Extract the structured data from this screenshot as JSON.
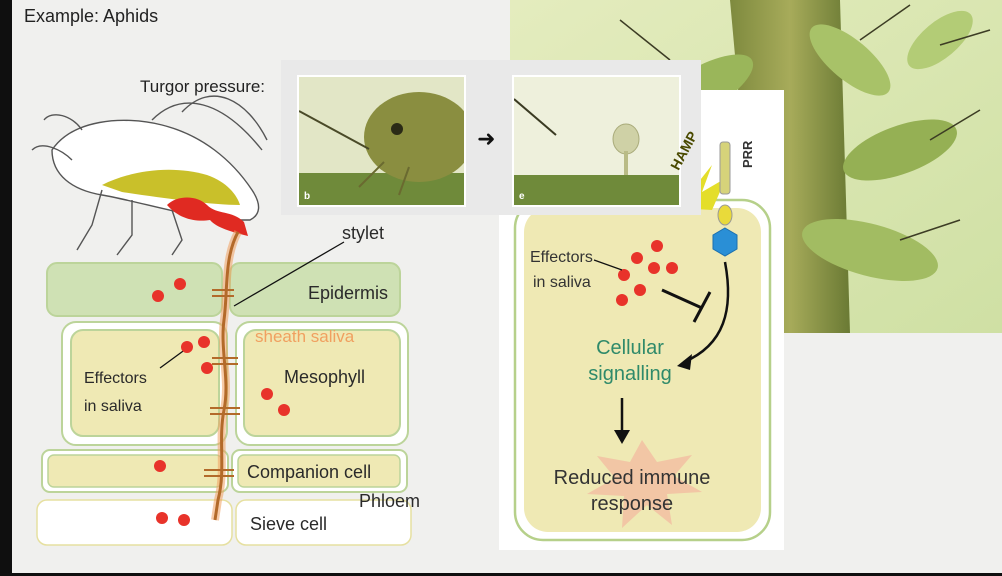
{
  "slide": {
    "title": "Example: Aphids",
    "turgor_label": "Turgor pressure:",
    "micrograph_panels": [
      {
        "letter": "b"
      },
      {
        "letter": "e"
      }
    ]
  },
  "left_diagram": {
    "stylet": "stylet",
    "epidermis": "Epidermis",
    "sheath_saliva": "sheath saliva",
    "effectors_line1": "Effectors",
    "effectors_line2": "in saliva",
    "mesophyll": "Mesophyll",
    "companion_cell": "Companion cell",
    "phloem": "Phloem",
    "sieve_cell": "Sieve cell"
  },
  "right_diagram": {
    "effectors_line1": "Effectors",
    "effectors_line2": "in saliva",
    "pamp": "HAMP",
    "prr": "PRR",
    "signal_line1": "Cellular",
    "signal_line2": "signalling",
    "reduced_line1": "Reduced immune",
    "reduced_line2": "response"
  },
  "colors": {
    "effector_red": "#e8332a",
    "cell_fill": "#efe9b4",
    "epidermis_fill": "#cfe1b4",
    "cell_border": "#bcd49a",
    "stylet_brown": "#b36a2a",
    "sheath_orange": "#f0a060",
    "signal_green": "#2f8a6a",
    "prr_blue": "#2a8fd6",
    "prr_yellow": "#e9da3a"
  }
}
